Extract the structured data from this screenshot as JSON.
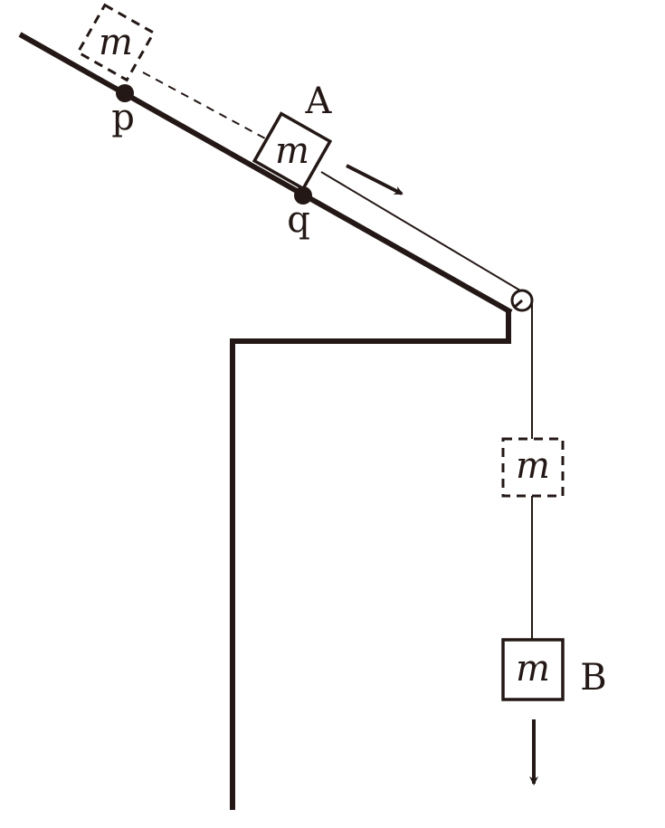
{
  "labels": {
    "mass_symbol": "m",
    "block_a": "A",
    "block_b": "B",
    "point_p": "p",
    "point_q": "q"
  },
  "colors": {
    "ink": "#231815"
  }
}
